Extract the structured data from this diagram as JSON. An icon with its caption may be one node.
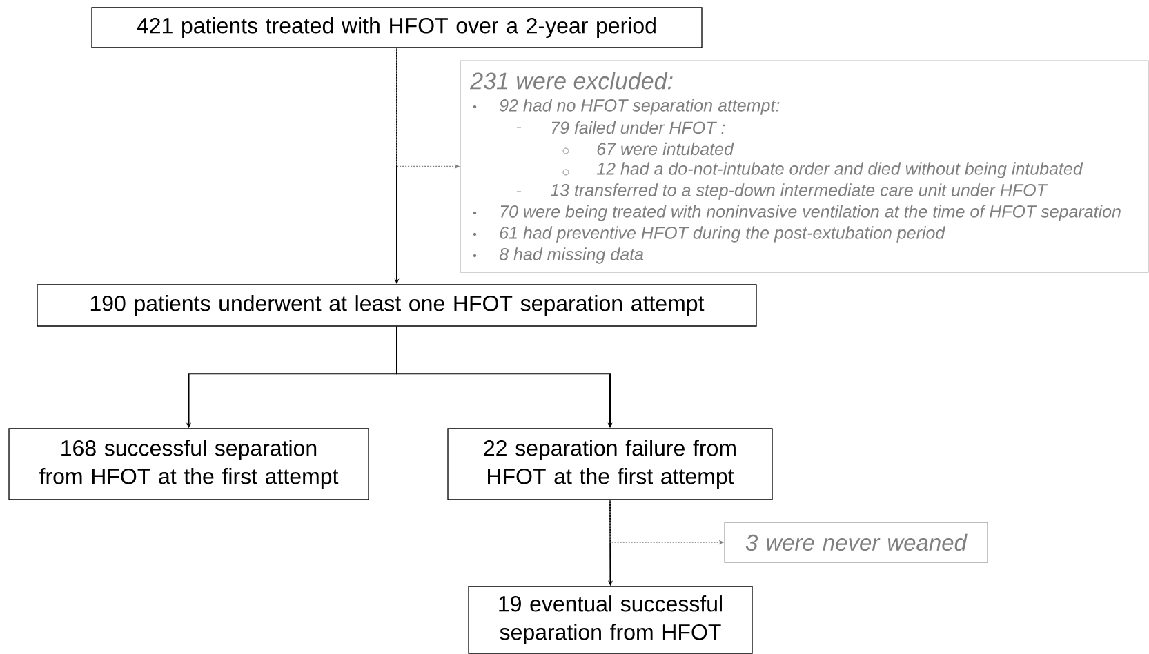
{
  "diagram": {
    "nodes": [
      {
        "text": [
          "421 patients treated with HFOT over a 2-year period"
        ]
      },
      {
        "text": [
          "231 were excluded:",
          "92 had no HFOT separation attempt:",
          "79 failed under HFOT :",
          "67  were intubated",
          "12 had a do-not-intubate order and died without being intubated",
          "13 transferred to a step-down intermediate care unit under HFOT",
          "70 were being treated with noninvasive ventilation at the time of HFOT separation",
          "61 had preventive HFOT during the post-extubation period",
          "8 had missing data"
        ]
      },
      {
        "text": [
          "190 patients underwent at least one HFOT separation attempt"
        ]
      },
      {
        "text": [
          "168 successful separation from HFOT at the first attempt"
        ]
      },
      {
        "text": [
          "22 separation failure from HFOT at the first attempt"
        ]
      },
      {
        "text": [
          "3 were never weaned"
        ]
      },
      {
        "text": [
          "19 eventual successful separation from HFOT"
        ]
      }
    ],
    "edges": [
      {
        "from": 0,
        "to": 2,
        "arrow": "to"
      },
      {
        "from": 0,
        "to": 1,
        "arrow": "to",
        "style": "dashed",
        "color": "#808080"
      },
      {
        "from": 2,
        "to": 3,
        "arrow": "to"
      },
      {
        "from": 2,
        "to": 4,
        "arrow": "to"
      },
      {
        "from": 4,
        "to": 6,
        "arrow": "to"
      },
      {
        "from": 4,
        "to": 5,
        "arrow": "to",
        "style": "dashed",
        "color": "#808080"
      }
    ]
  }
}
